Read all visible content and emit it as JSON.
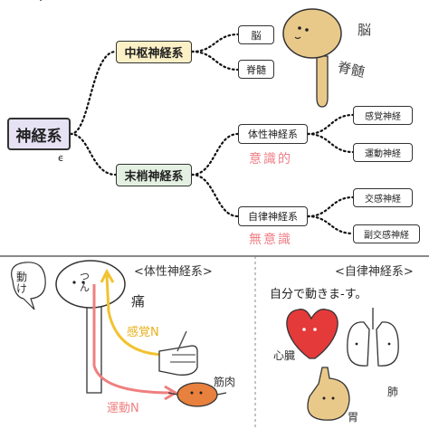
{
  "tree": {
    "root": "神経系",
    "central": {
      "label": "中枢神経系",
      "children": [
        "脳",
        "脊髄"
      ]
    },
    "peripheral": {
      "label": "末梢神経系",
      "somatic": {
        "label": "体性神経系",
        "note": "意識的",
        "children": [
          "感覚神経",
          "運動神経"
        ]
      },
      "autonomic": {
        "label": "自律神経系",
        "note": "無意識",
        "children": [
          "交感神経",
          "副交感神経"
        ]
      }
    }
  },
  "annotations": {
    "brain": "脳",
    "spinal_cord": "脊髄"
  },
  "somatic_panel": {
    "title": "<体性神経系>",
    "move": "動け",
    "ouch": "痛",
    "tsun": "つん",
    "sensory": "感覚N",
    "motor": "運動N",
    "muscle": "筋肉"
  },
  "autonomic_panel": {
    "title": "<自律神経系>",
    "caption": "自分で動きま-す。",
    "heart": "心臓",
    "lung": "肺",
    "stomach": "胃"
  },
  "colors": {
    "root_box": "#e6e2f4",
    "central_box": "#fbf0c6",
    "peripheral_box": "#e4f1e2",
    "leaf_box": "#ffffff",
    "note_pink": "#ef7f86",
    "sensory_arrow": "#f2c230",
    "motor_arrow": "#ef7f7f",
    "organ_tan": "#e9c98a",
    "heart_red": "#e53a3a",
    "muscle_orange": "#e8803e"
  },
  "icons": [
    "brain-spinal-cord-icon",
    "brain-figure-icon",
    "hand-icon",
    "needle-icon",
    "muscle-icon",
    "heart-icon",
    "lungs-icon",
    "stomach-icon"
  ]
}
